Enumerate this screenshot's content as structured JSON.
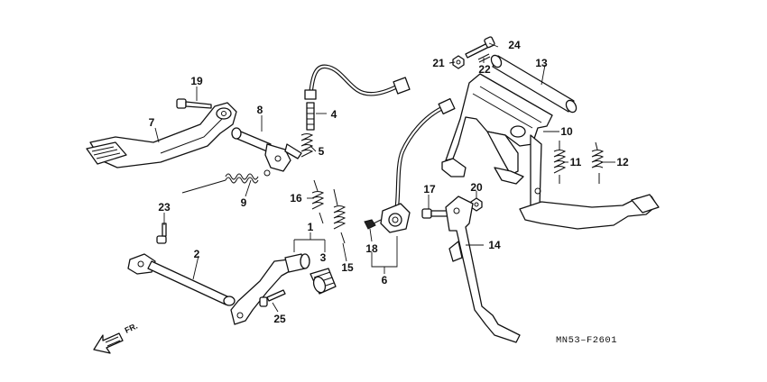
{
  "diagram_code": "MN53–F2601",
  "direction_label": "FR.",
  "callouts": [
    "1",
    "2",
    "3",
    "4",
    "5",
    "6",
    "7",
    "8",
    "9",
    "10",
    "11",
    "12",
    "13",
    "14",
    "15",
    "16",
    "17",
    "18",
    "19",
    "20",
    "21",
    "22",
    "23",
    "24",
    "25"
  ],
  "colors": {
    "ink": "#111111",
    "background": "#ffffff"
  },
  "icons": [
    "front-direction-arrow-icon"
  ]
}
